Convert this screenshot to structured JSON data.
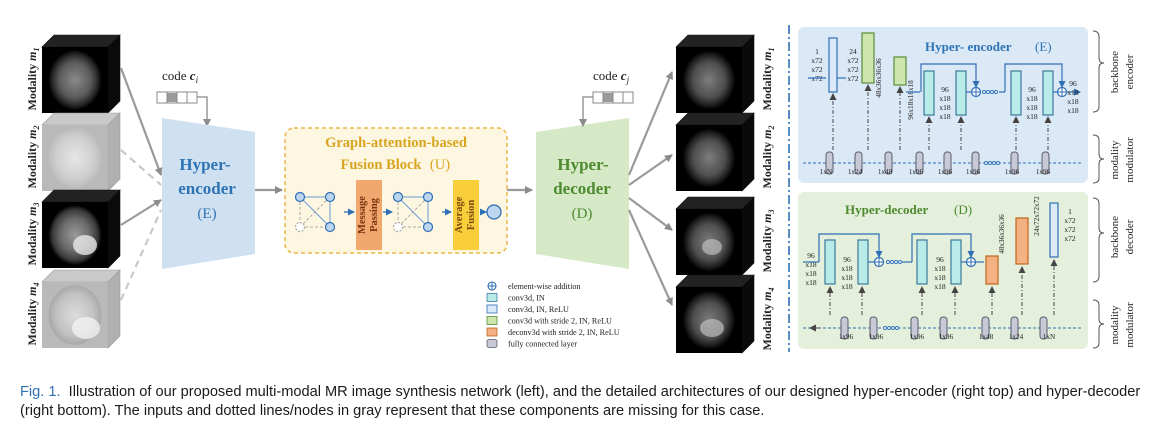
{
  "left": {
    "input_modalities": [
      {
        "name": "Modality",
        "sub": "1",
        "missing": false
      },
      {
        "name": "Modality",
        "sub": "2",
        "missing": true
      },
      {
        "name": "Modality",
        "sub": "3",
        "missing": false
      },
      {
        "name": "Modality",
        "sub": "4",
        "missing": true
      }
    ],
    "output_modalities": [
      {
        "name": "Modality",
        "sub": "1"
      },
      {
        "name": "Modality",
        "sub": "2"
      },
      {
        "name": "Modality",
        "sub": "3"
      },
      {
        "name": "Modality",
        "sub": "4"
      }
    ],
    "code_in": {
      "label": "code",
      "var": "c",
      "sub": "i"
    },
    "code_out": {
      "label": "code",
      "var": "c",
      "sub": "j"
    },
    "encoder": {
      "line1": "Hyper-",
      "line2": "encoder",
      "letter": "(E)"
    },
    "decoder": {
      "line1": "Hyper-",
      "line2": "decoder",
      "letter": "(D)"
    },
    "fusion": {
      "title1": "Graph-attention-based",
      "title2": "Fusion Block",
      "letter": "(U)",
      "message": [
        "Message",
        "Passing"
      ],
      "average": [
        "Average",
        "Fusion"
      ]
    }
  },
  "legend": [
    {
      "key": "add",
      "text": "element-wise addition"
    },
    {
      "key": "conv_in",
      "text": "conv3d, IN"
    },
    {
      "key": "conv_relu",
      "text": "conv3d, IN, ReLU"
    },
    {
      "key": "conv_stride",
      "text": "conv3d with stride 2, IN, ReLU"
    },
    {
      "key": "deconv",
      "text": "deconv3d with stride 2, IN, ReLU"
    },
    {
      "key": "fc",
      "text": "fully connected layer"
    }
  ],
  "hyper_encoder": {
    "title": "Hyper- encoder",
    "letter": "(E)",
    "backbone_label": [
      "backbone",
      "encoder"
    ],
    "modulator_label": [
      "modality",
      "modulator"
    ],
    "dims": {
      "in": [
        "1",
        "x72",
        "x72",
        "x72"
      ],
      "c24": [
        "24",
        "x72",
        "x72",
        "x72"
      ],
      "c48": "48x36x36x36",
      "c96": "96x18x18x18",
      "rb": [
        "96",
        "x18",
        "x18",
        "x18"
      ],
      "out": [
        "96",
        "x18",
        "x18",
        "x18"
      ]
    },
    "mod_labels": [
      "1xN",
      "1x24",
      "1x48",
      "1x96",
      "1x96",
      "1x96",
      "1x96",
      "1x96"
    ]
  },
  "hyper_decoder": {
    "title": "Hyper-decoder",
    "letter": "(D)",
    "backbone_label": [
      "backbone",
      "decoder"
    ],
    "modulator_label": [
      "modality",
      "modulator"
    ],
    "dims": {
      "in": [
        "96",
        "x18",
        "x18",
        "x18"
      ],
      "rb": [
        "96",
        "x18",
        "x18",
        "x18"
      ],
      "d48": "48x36x36x36",
      "d24": "24x72x72x72",
      "out": [
        "1",
        "x72",
        "x72",
        "x72"
      ]
    },
    "mod_labels": [
      "1x96",
      "1x96",
      "1x96",
      "1x96",
      "1x48",
      "1x24",
      "1xN"
    ]
  },
  "colors": {
    "blue_panel": "#dbe8f6",
    "green_panel": "#e4f0dc",
    "encoder_fill": "#cfe0f1",
    "decoder_fill": "#d5e9c6",
    "fusion_border": "#e8b84a",
    "fusion_fill": "#fdf6e0",
    "message": "#f1a76e",
    "average": "#f8cf3a",
    "conv_in": "#b9ece9",
    "conv_stride": "#cde6ae",
    "deconv": "#f4b183",
    "fc": "#c7cad6",
    "line_blue": "#2f6fb5",
    "title_blue": "#2e74b5",
    "title_green": "#4e8a2f",
    "title_gold": "#d9a520"
  },
  "caption": {
    "label": "Fig. 1.",
    "text": "Illustration of our proposed multi-modal MR image synthesis network (left), and the detailed architectures of our designed hyper-encoder (right top) and hyper-decoder (right bottom). The inputs and dotted lines/nodes in gray represent that these components are missing for this case."
  }
}
